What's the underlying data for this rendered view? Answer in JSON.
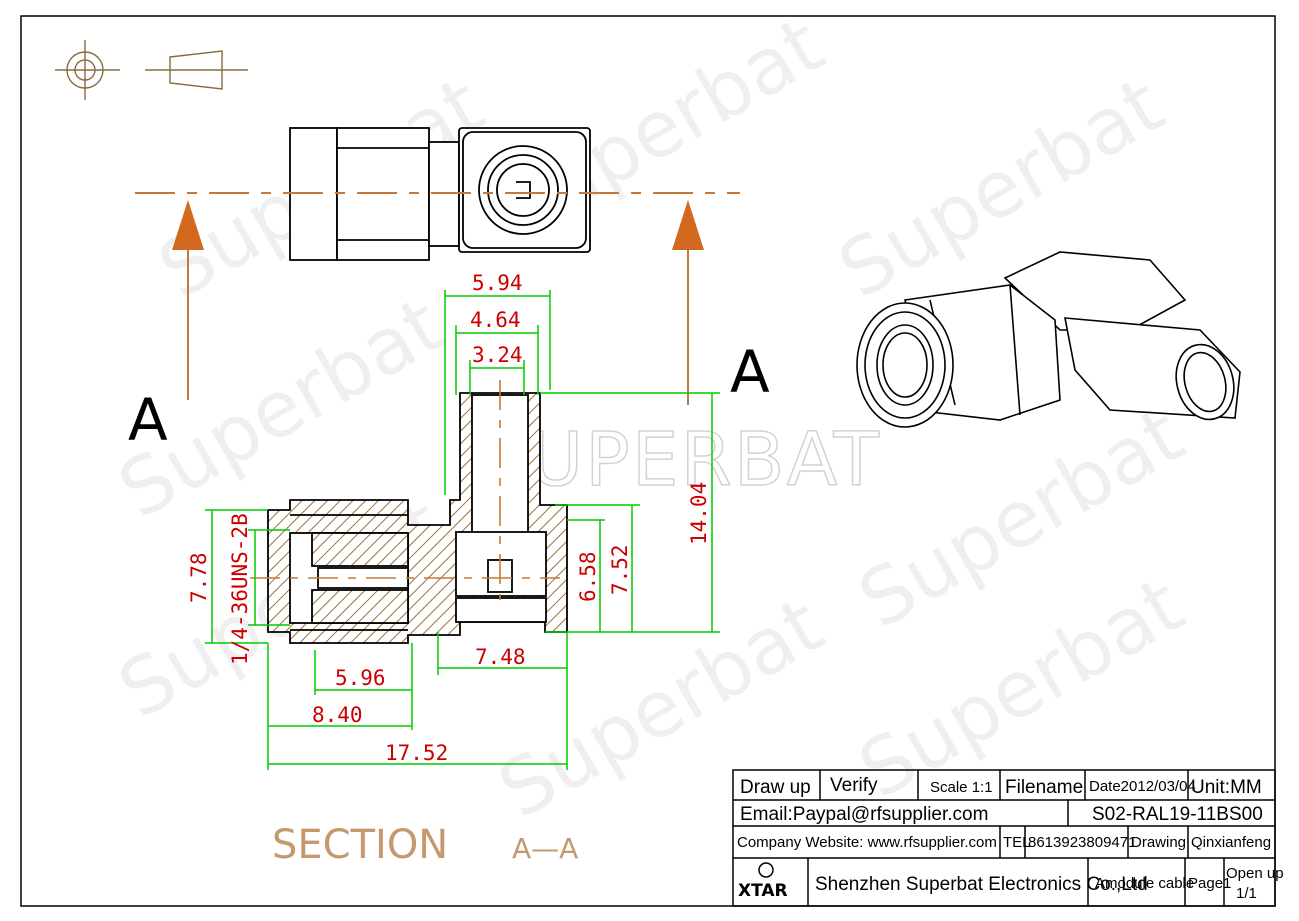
{
  "watermark": {
    "brand": "SUPERBAT",
    "repeat_text": "Superbat"
  },
  "section_label": {
    "letter_left": "A",
    "letter_right": "A",
    "title": "SECTION",
    "suffix": "A—A"
  },
  "dimensions": {
    "d_5_94": "5.94",
    "d_4_64": "4.64",
    "d_3_24": "3.24",
    "d_14_04": "14.04",
    "d_7_52": "7.52",
    "d_6_58": "6.58",
    "d_7_78": "7.78",
    "thread": "1/4-36UNS-2B",
    "d_5_96": "5.96",
    "d_7_48": "7.48",
    "d_8_40": "8.40",
    "d_17_52": "17.52"
  },
  "title_block": {
    "draw_up": "Draw up",
    "verify": "Verify",
    "scale": "Scale 1:1",
    "filename": "Filename",
    "date": "Date2012/03/04",
    "unit": "Unit:MM",
    "email": "Email:Paypal@rfsupplier.com",
    "file_value": "S02-RAL19-11BS00",
    "website": "Company Website:  www.rfsupplier.com",
    "tel_label": "TEL",
    "tel_value": "8613923809471",
    "drawing": "Drawing",
    "drawer": "Qinxianfeng",
    "logo": "XTAR",
    "company": "Shenzhen Superbat Electronics Co.,Ltd",
    "module": "Amodule cable",
    "page": "Page1",
    "open_up": "Open up",
    "open_up_value": "1/1"
  },
  "colors": {
    "dimension": "#cc0000",
    "outline": "#000000",
    "leader": "#00cc00",
    "hatch": "#8b5a2b",
    "arrow": "#d2691e",
    "centerline": "#c47a3a"
  }
}
